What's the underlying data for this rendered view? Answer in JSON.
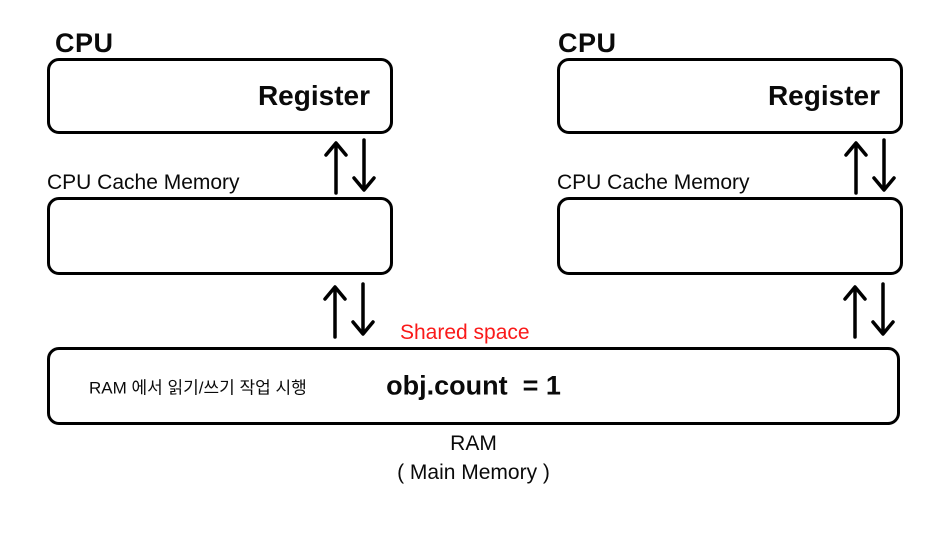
{
  "units": [
    {
      "cpu_label": "CPU",
      "register_label": "Register",
      "cache_label": "CPU Cache Memory"
    },
    {
      "cpu_label": "CPU",
      "register_label": "Register",
      "cache_label": "CPU Cache Memory"
    }
  ],
  "shared_space_label": "Shared space",
  "ram": {
    "note": "RAM 에서 읽기/쓰기 작업 시행",
    "value": "obj.count  = 1",
    "caption_title": "RAM",
    "caption_subtitle": "( Main Memory )"
  },
  "colors": {
    "shared_space_red": "#fa1919",
    "stroke_black": "#000000",
    "background": "#ffffff"
  },
  "icons": {
    "arrow_up": "up-arrow",
    "arrow_down": "down-arrow"
  }
}
